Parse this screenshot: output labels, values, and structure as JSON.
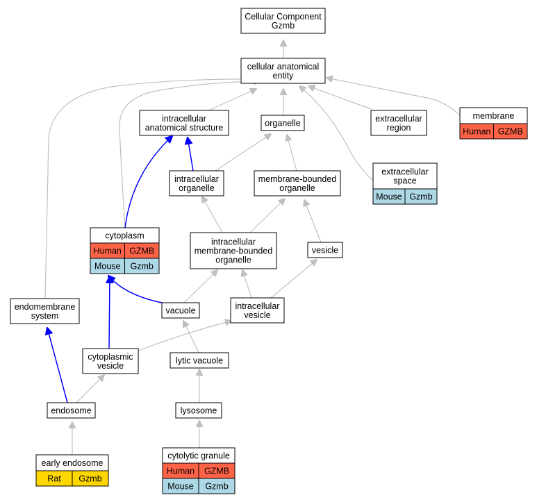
{
  "colors": {
    "gray_edge": "#c0c0c0",
    "blue_edge": "#0000ff",
    "human": "#ff6347",
    "mouse": "#add8e6",
    "rat": "#ffd700"
  },
  "nodes": {
    "root": [
      "Cellular Component",
      "Gzmb"
    ],
    "cae": [
      "cellular anatomical",
      "entity"
    ],
    "ias": [
      "intracellular",
      "anatomical structure"
    ],
    "organelle": [
      "organelle"
    ],
    "exreg": [
      "extracellular",
      "region"
    ],
    "membrane": [
      "membrane"
    ],
    "io": [
      "intracellular",
      "organelle"
    ],
    "mbo": [
      "membrane-bounded",
      "organelle"
    ],
    "exspace": [
      "extracellular",
      "space"
    ],
    "cytoplasm": [
      "cytoplasm"
    ],
    "imbo": [
      "intracellular",
      "membrane-bounded",
      "organelle"
    ],
    "vesicle": [
      "vesicle"
    ],
    "endo_sys": [
      "endomembrane",
      "system"
    ],
    "vacuole": [
      "vacuole"
    ],
    "iv": [
      "intracellular",
      "vesicle"
    ],
    "cyto_ves": [
      "cytoplasmic",
      "vesicle"
    ],
    "lytic": [
      "lytic vacuole"
    ],
    "endosome": [
      "endosome"
    ],
    "lysosome": [
      "lysosome"
    ],
    "early": [
      "early endosome"
    ],
    "cytolytic": [
      "cytolytic granule"
    ]
  },
  "annotations": {
    "membrane": [
      [
        "Human",
        "GZMB",
        "human"
      ]
    ],
    "exspace": [
      [
        "Mouse",
        "Gzmb",
        "mouse"
      ]
    ],
    "cytoplasm": [
      [
        "Human",
        "GZMB",
        "human"
      ],
      [
        "Mouse",
        "Gzmb",
        "mouse"
      ]
    ],
    "early": [
      [
        "Rat",
        "Gzmb",
        "rat"
      ]
    ],
    "cytolytic": [
      [
        "Human",
        "GZMB",
        "human"
      ],
      [
        "Mouse",
        "Gzmb",
        "mouse"
      ]
    ]
  }
}
